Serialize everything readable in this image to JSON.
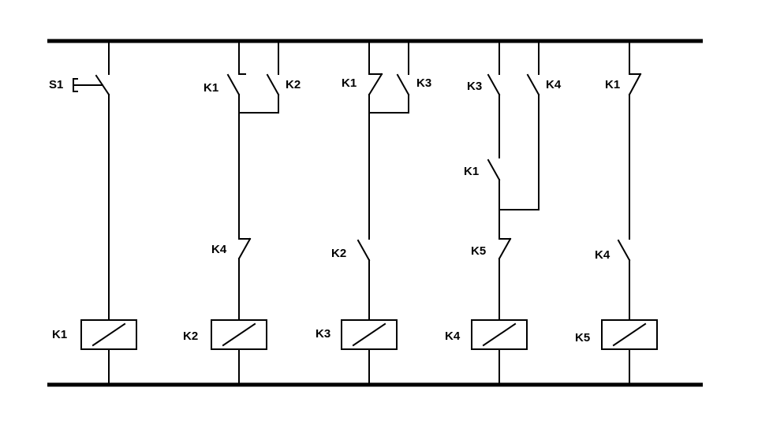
{
  "diagram": {
    "rungs": [
      {
        "contacts": [
          {
            "label": "S1",
            "kind": "pushbutton-no"
          }
        ],
        "coil": "K1"
      },
      {
        "contacts": [
          {
            "label": "K1",
            "kind": "nc",
            "parallel_label": "K2",
            "parallel_kind": "no"
          },
          {
            "label": "K4",
            "kind": "nc"
          }
        ],
        "coil": "K2"
      },
      {
        "contacts": [
          {
            "label": "K1",
            "kind": "nc",
            "parallel_label": "K3",
            "parallel_kind": "no"
          },
          {
            "label": "K2",
            "kind": "no"
          }
        ],
        "coil": "K3"
      },
      {
        "contacts": [
          {
            "label": "K3",
            "kind": "no",
            "series_label": "K1",
            "series_kind": "no",
            "parallel_label": "K4",
            "parallel_kind": "no"
          },
          {
            "label": "K5",
            "kind": "nc"
          }
        ],
        "coil": "K4"
      },
      {
        "contacts": [
          {
            "label": "K1",
            "kind": "nc"
          },
          {
            "label": "K4",
            "kind": "no"
          }
        ],
        "coil": "K5"
      }
    ]
  }
}
